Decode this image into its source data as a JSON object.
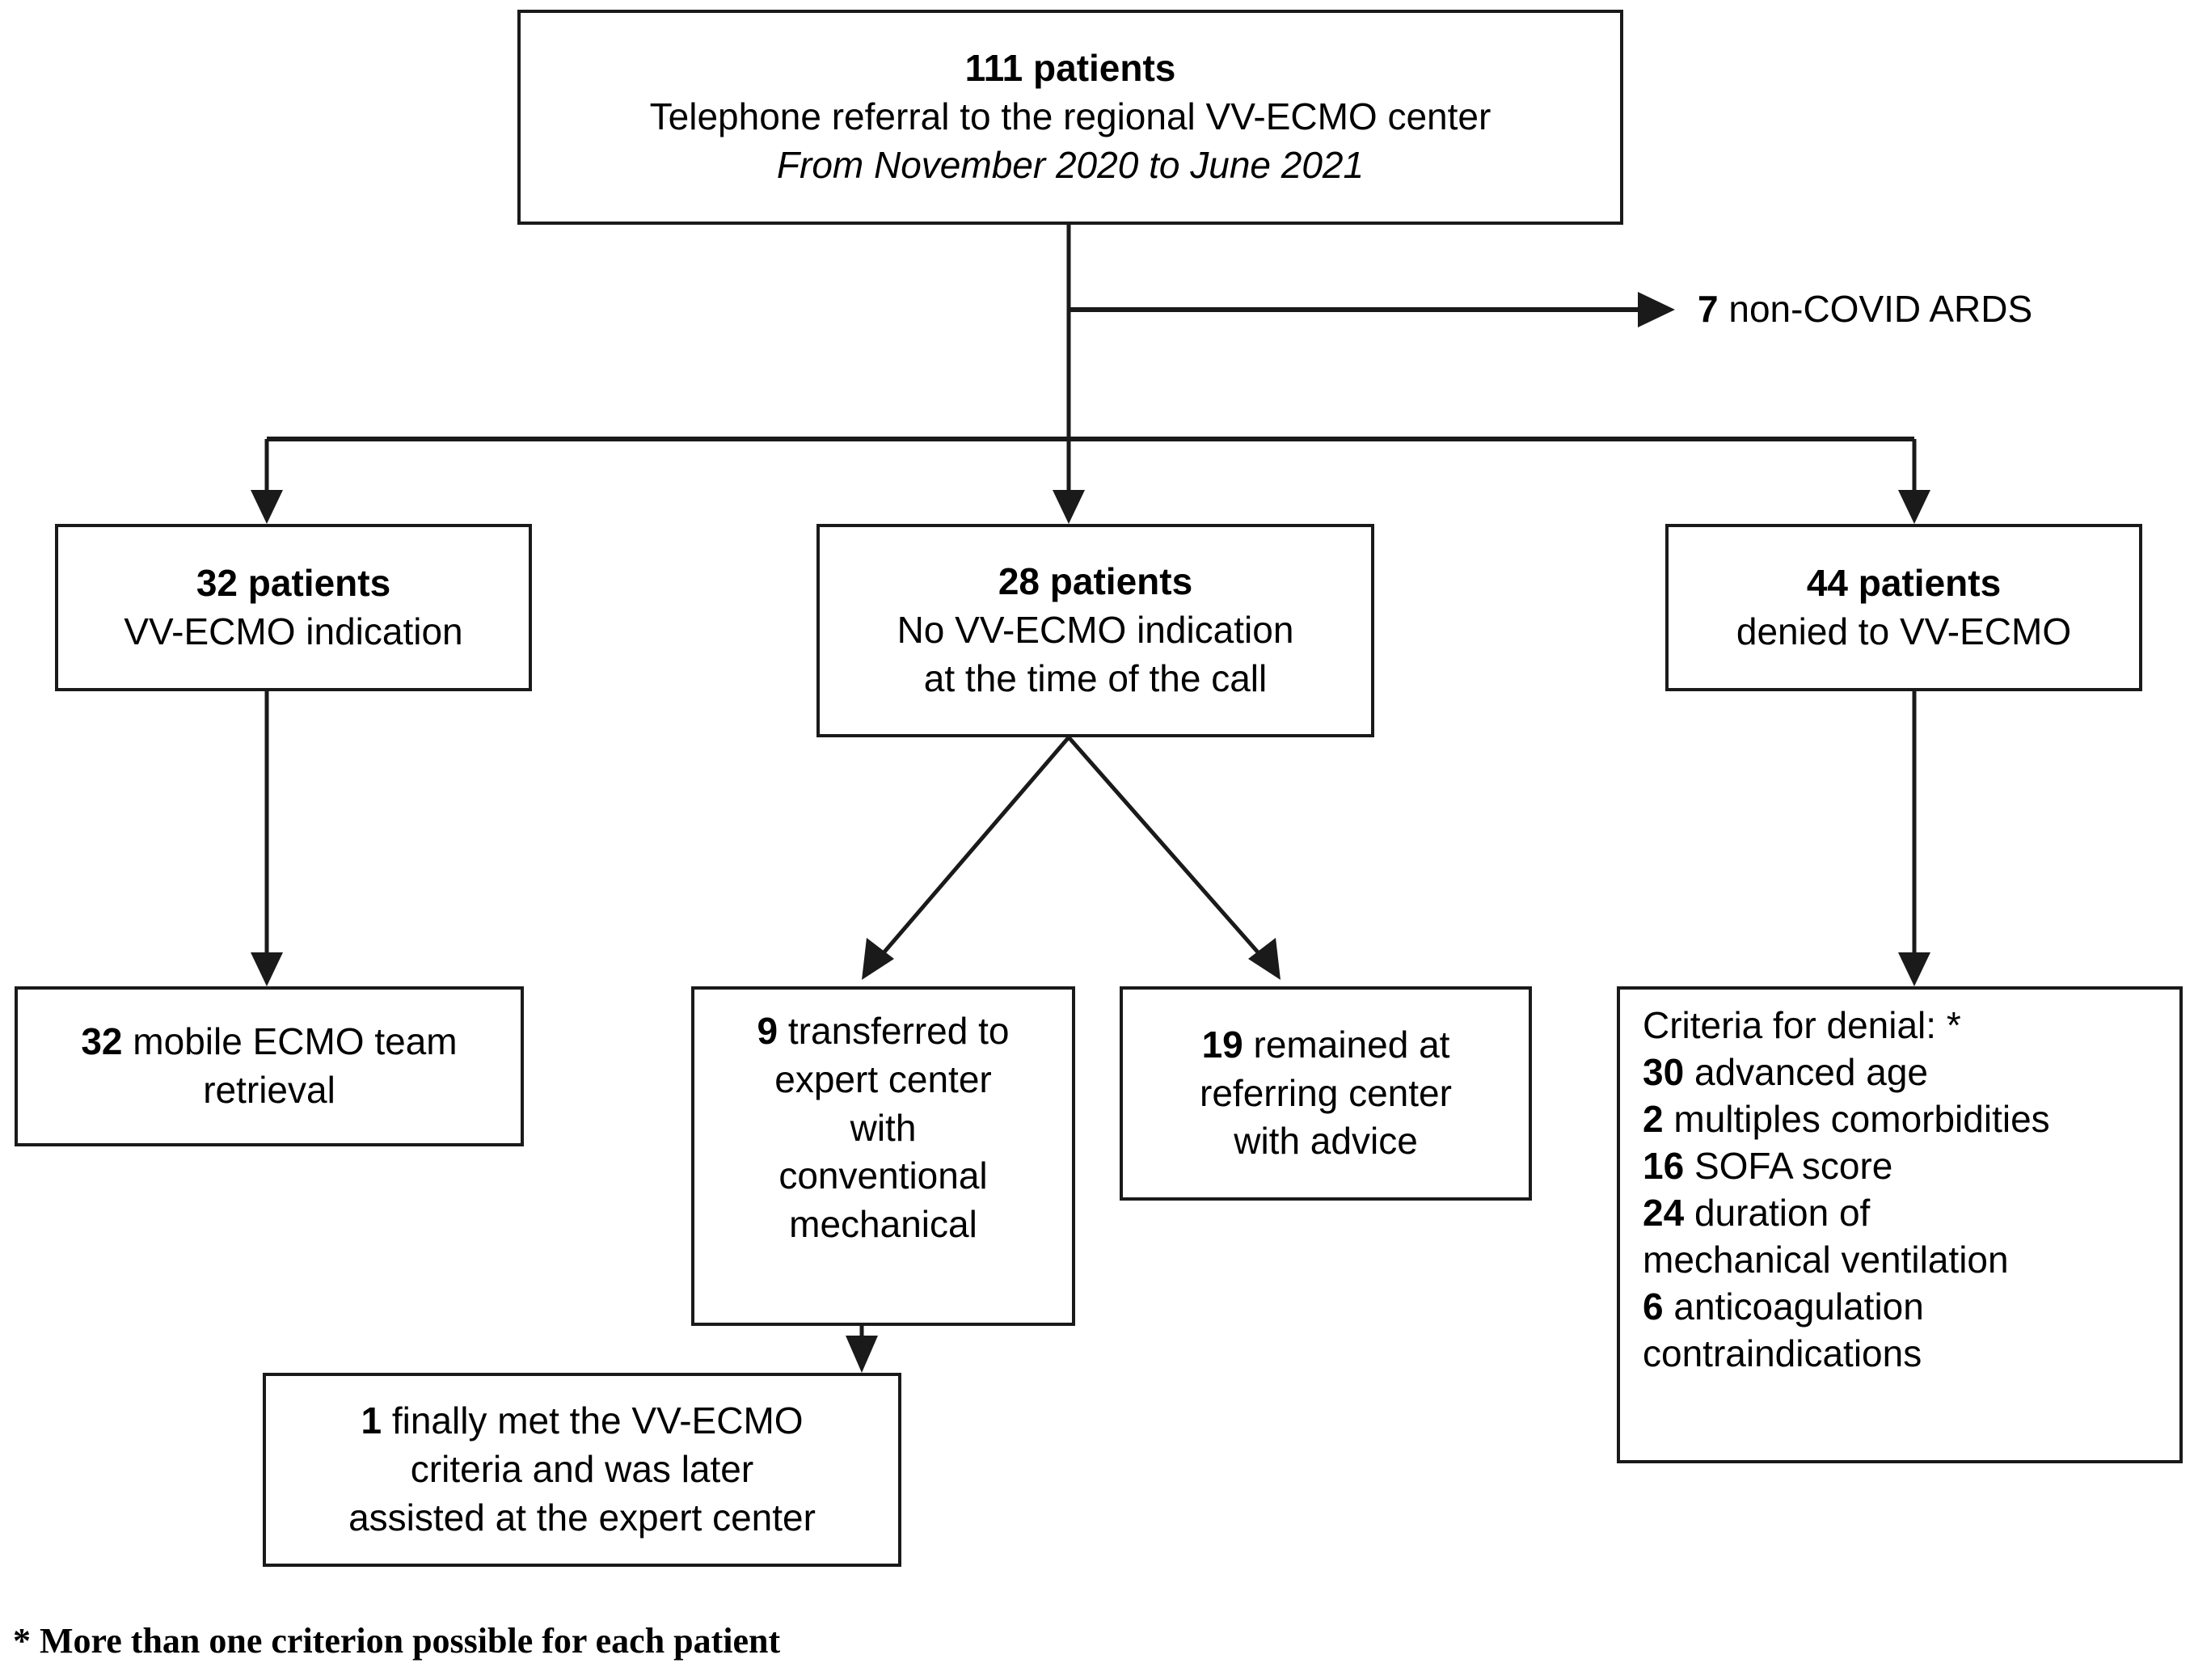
{
  "figure": {
    "type": "flowchart",
    "title": "VV-ECMO referral flow",
    "footnote": "* More than one criterion possible for each patient"
  },
  "colors": {
    "stroke": "#1a1a1a",
    "background": "#ffffff",
    "text": "#000000"
  },
  "nodes": {
    "referral": {
      "count": "111",
      "count_label": "111 patients",
      "line2": "Telephone referral to the regional VV-ECMO center",
      "line3": "From November 2020 to June 2021"
    },
    "non_covid": {
      "count": "7",
      "label": "non-COVID ARDS",
      "full": "7 non-COVID ARDS"
    },
    "indication": {
      "count": "32",
      "count_label": "32 patients",
      "line2": "VV-ECMO indication"
    },
    "no_indication": {
      "count": "28",
      "count_label": "28 patients",
      "line2": "No VV-ECMO indication",
      "line3": "at the time of the call"
    },
    "denied": {
      "count": "44",
      "count_label": "44 patients",
      "line2": "denied to VV-ECMO"
    },
    "retrieval": {
      "count": "32",
      "rest": "mobile ECMO team",
      "line2": "retrieval"
    },
    "transferred": {
      "count": "9",
      "rest": "transferred to",
      "line2": "expert center",
      "line3": "with",
      "line4": "conventional",
      "line5": "mechanical"
    },
    "remained": {
      "count": "19",
      "rest": "remained at",
      "line2": "referring center",
      "line3": "with advice"
    },
    "later_assisted": {
      "count": "1",
      "rest": "finally met the VV-ECMO",
      "line2": "criteria and was later",
      "line3": "assisted at the expert center"
    },
    "criteria": {
      "heading": "Criteria for denial: *",
      "items": [
        {
          "count": "30",
          "label": "advanced age"
        },
        {
          "count": "2",
          "label": "multiples comorbidities"
        },
        {
          "count": "16",
          "label": "SOFA score"
        },
        {
          "count": "24",
          "label": "duration of"
        },
        {
          "count": "",
          "label": "mechanical ventilation"
        },
        {
          "count": "6",
          "label": "anticoagulation"
        },
        {
          "count": "",
          "label": "contraindications"
        }
      ]
    }
  },
  "flow": {
    "edges": [
      {
        "from": "referral",
        "to": "non_covid",
        "label": ""
      },
      {
        "from": "referral",
        "to": "indication",
        "label": ""
      },
      {
        "from": "referral",
        "to": "no_indication",
        "label": ""
      },
      {
        "from": "referral",
        "to": "denied",
        "label": ""
      },
      {
        "from": "indication",
        "to": "retrieval",
        "label": ""
      },
      {
        "from": "no_indication",
        "to": "transferred",
        "label": ""
      },
      {
        "from": "no_indication",
        "to": "remained",
        "label": ""
      },
      {
        "from": "transferred",
        "to": "later_assisted",
        "label": ""
      },
      {
        "from": "denied",
        "to": "criteria",
        "label": ""
      }
    ]
  }
}
